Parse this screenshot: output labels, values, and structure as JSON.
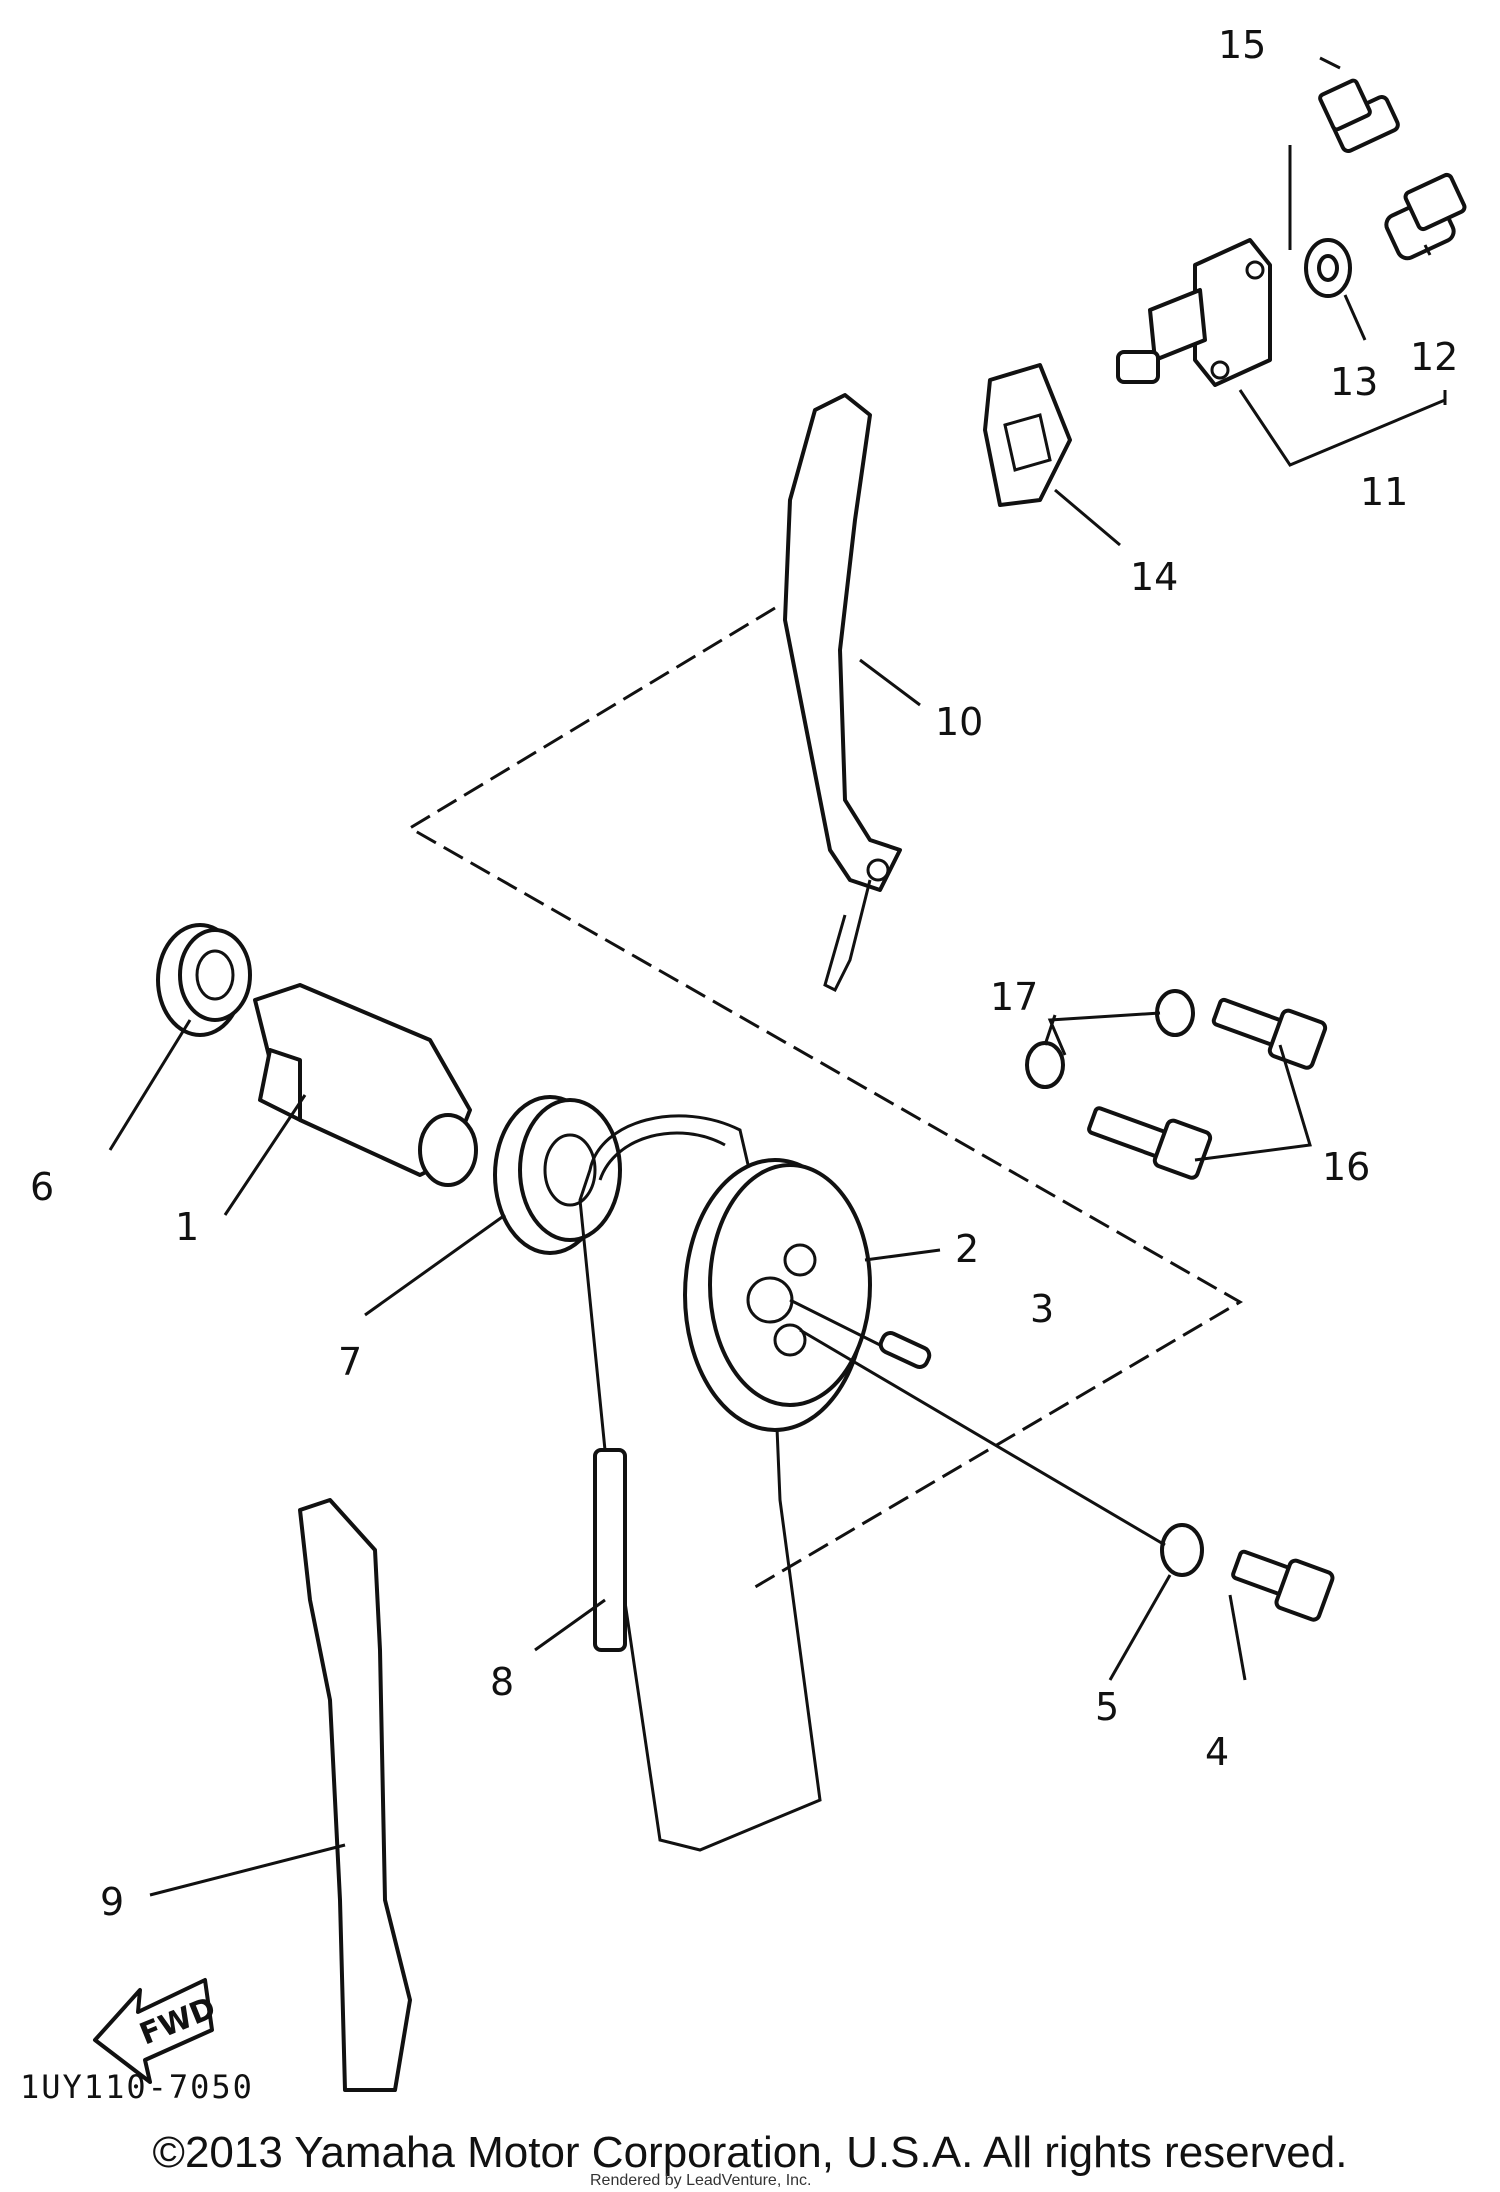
{
  "diagram_code": "1UY110-7050",
  "fwd_label": "FWD",
  "copyright": "©2013 Yamaha Motor Corporation, U.S.A. All rights reserved.",
  "rendered_by": "Rendered by LeadVenture, Inc.",
  "callouts": {
    "c1": "1",
    "c2": "2",
    "c3": "3",
    "c4": "4",
    "c5": "5",
    "c6": "6",
    "c7": "7",
    "c8": "8",
    "c9": "9",
    "c10": "10",
    "c11": "11",
    "c12": "12",
    "c13": "13",
    "c14": "14",
    "c15": "15",
    "c16": "16",
    "c17": "17"
  }
}
